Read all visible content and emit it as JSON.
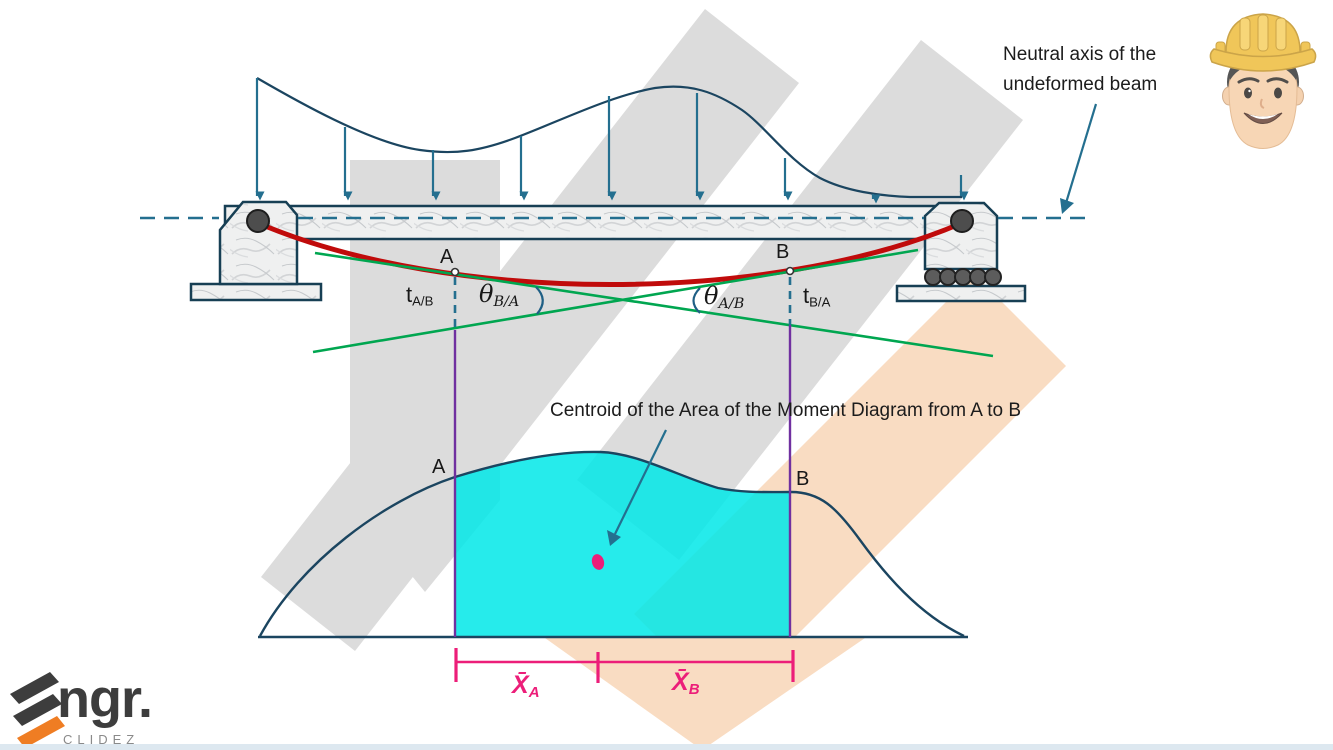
{
  "neutral_axis_note": {
    "line1": "Neutral axis of the",
    "line2": "undeformed beam"
  },
  "centroid_note": "Centroid of the Area of the Moment Diagram from A to B",
  "beam": {
    "point_a": "A",
    "point_b": "B",
    "t_ab": {
      "main": "t",
      "sub": "A/B"
    },
    "theta_ba": {
      "main": "θ",
      "sub": "B/A"
    },
    "theta_ab": {
      "main": "θ",
      "sub": "A/B"
    },
    "t_ba": {
      "main": "t",
      "sub": "B/A"
    }
  },
  "moment_diagram": {
    "point_a": "A",
    "point_b": "B",
    "xbar_a": {
      "main": "X̄",
      "sub": "A"
    },
    "xbar_b": {
      "main": "X̄",
      "sub": "B"
    }
  },
  "logo": {
    "mark": "e",
    "brand": "ngr.",
    "subbrand": "CLIDEZ"
  },
  "colors": {
    "outline_blue": "#1b4560",
    "arrow_blue": "#246f8f",
    "deflection_red": "#c00b0b",
    "tangent_green": "#00a650",
    "vertical_purple": "#7030a0",
    "area_cyan": "#00e8e8",
    "dimension_pink": "#ec1e79",
    "watermark_gray": "#dcdcdc",
    "watermark_peach": "#f9dcc2",
    "hardhat_yellow": "#eebd3d",
    "logo_orange": "#ef7d23"
  }
}
